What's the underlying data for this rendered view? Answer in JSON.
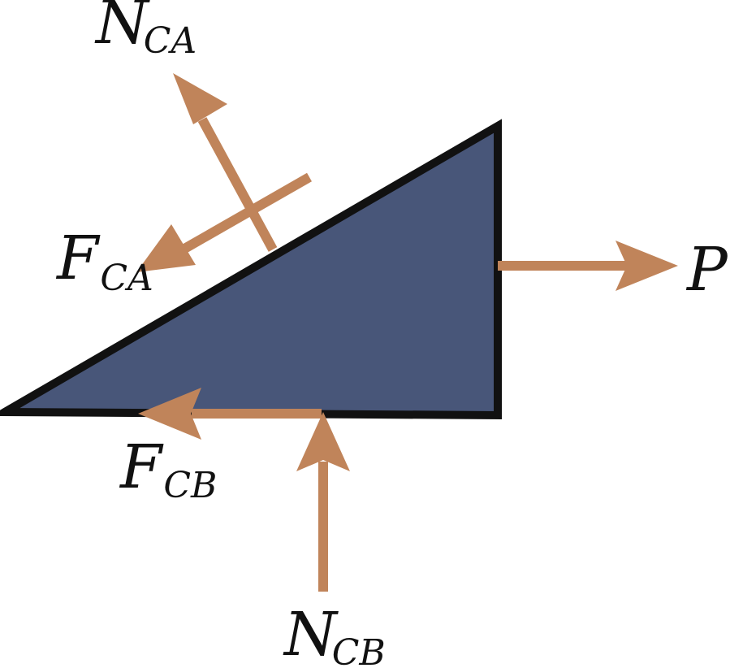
{
  "colors": {
    "background": "#ffffff",
    "wedge_fill": "#485679",
    "wedge_outline": "#111111",
    "arrow": "#C0845A",
    "text": "#111111"
  },
  "wedge": {
    "shape": "right-triangle",
    "description_visible": false
  },
  "forces": {
    "N_CA": {
      "symbol": "N",
      "subscript": "CA"
    },
    "F_CA": {
      "symbol": "F",
      "subscript": "CA"
    },
    "P": {
      "symbol": "P",
      "subscript": ""
    },
    "F_CB": {
      "symbol": "F",
      "subscript": "CB"
    },
    "N_CB": {
      "symbol": "N",
      "subscript": "CB"
    }
  }
}
